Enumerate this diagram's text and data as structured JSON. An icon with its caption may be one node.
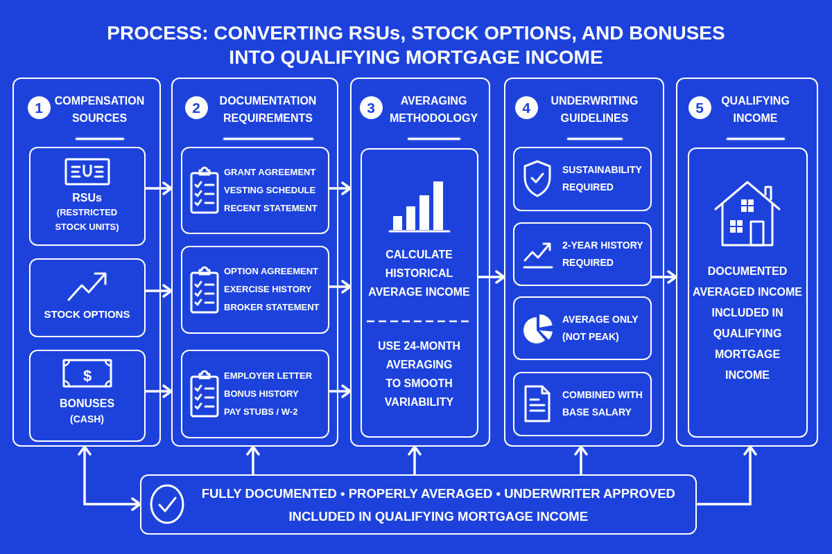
{
  "diagram": {
    "title": "PROCESS: CONVERTING RSUs, STOCK OPTIONS, AND BONUSES INTO QUALIFYING MORTGAGE INCOME",
    "nodes": [
      {
        "text": [
          "1",
          "COMPENSATION SOURCES"
        ]
      },
      {
        "text": [
          "RSUs",
          "(RESTRICTED STOCK UNITS)"
        ],
        "in": 0
      },
      {
        "text": [
          "STOCK OPTIONS"
        ],
        "in": 0
      },
      {
        "text": [
          "BONUSES",
          "(CASH)"
        ],
        "in": 0
      },
      {
        "text": [
          "2",
          "DOCUMENTATION REQUIREMENTS"
        ]
      },
      {
        "text": [
          "GRANT AGREEMENT",
          "VESTING SCHEDULE",
          "RECENT STATEMENT"
        ],
        "in": 4
      },
      {
        "text": [
          "OPTION AGREEMENT",
          "EXERCISE HISTORY",
          "BROKER STATEMENT"
        ],
        "in": 4
      },
      {
        "text": [
          "EMPLOYER LETTER",
          "BONUS HISTORY",
          "PAY STUBS / W-2"
        ],
        "in": 4
      },
      {
        "text": [
          "3",
          "AVERAGING METHODOLOGY"
        ]
      },
      {
        "text": [
          "CALCULATE HISTORICAL AVERAGE INCOME",
          "USE 24-MONTH AVERAGING TO SMOOTH VARIABILITY"
        ],
        "in": 8
      },
      {
        "text": [
          "4",
          "UNDERWRITING GUIDELINES"
        ]
      },
      {
        "text": [
          "SUSTAINABILITY REQUIRED"
        ],
        "in": 10
      },
      {
        "text": [
          "2-YEAR HISTORY REQUIRED"
        ],
        "in": 10
      },
      {
        "text": [
          "AVERAGE ONLY (NOT PEAK)"
        ],
        "in": 10
      },
      {
        "text": [
          "COMBINED WITH BASE SALARY"
        ],
        "in": 10
      },
      {
        "text": [
          "5",
          "QUALIFYING INCOME"
        ]
      },
      {
        "text": [
          "DOCUMENTED AVERAGED INCOME INCLUDED IN QUALIFYING MORTGAGE INCOME"
        ],
        "in": 15
      },
      {
        "text": [
          "FULLY DOCUMENTED • PROPERLY AVERAGED • UNDERWRITER APPROVED",
          "INCLUDED IN QUALIFYING MORTGAGE INCOME"
        ]
      }
    ],
    "edges": [
      {
        "from": 1,
        "to": 4,
        "arrow": "to"
      },
      {
        "from": 2,
        "to": 4,
        "arrow": "to"
      },
      {
        "from": 3,
        "to": 4,
        "arrow": "to"
      },
      {
        "from": 5,
        "to": 8,
        "arrow": "to"
      },
      {
        "from": 6,
        "to": 8,
        "arrow": "to"
      },
      {
        "from": 7,
        "to": 8,
        "arrow": "to"
      },
      {
        "from": 9,
        "to": 10,
        "arrow": "to"
      },
      {
        "from": 12,
        "to": 15,
        "arrow": "to"
      },
      {
        "from": 17,
        "to": 0,
        "arrow": "both"
      },
      {
        "from": 17,
        "to": 4,
        "arrow": "to"
      },
      {
        "from": 17,
        "to": 8,
        "arrow": "to"
      },
      {
        "from": 17,
        "to": 10,
        "arrow": "to"
      },
      {
        "from": 17,
        "to": 15,
        "arrow": "to"
      }
    ],
    "labels": [
      "$"
    ]
  }
}
